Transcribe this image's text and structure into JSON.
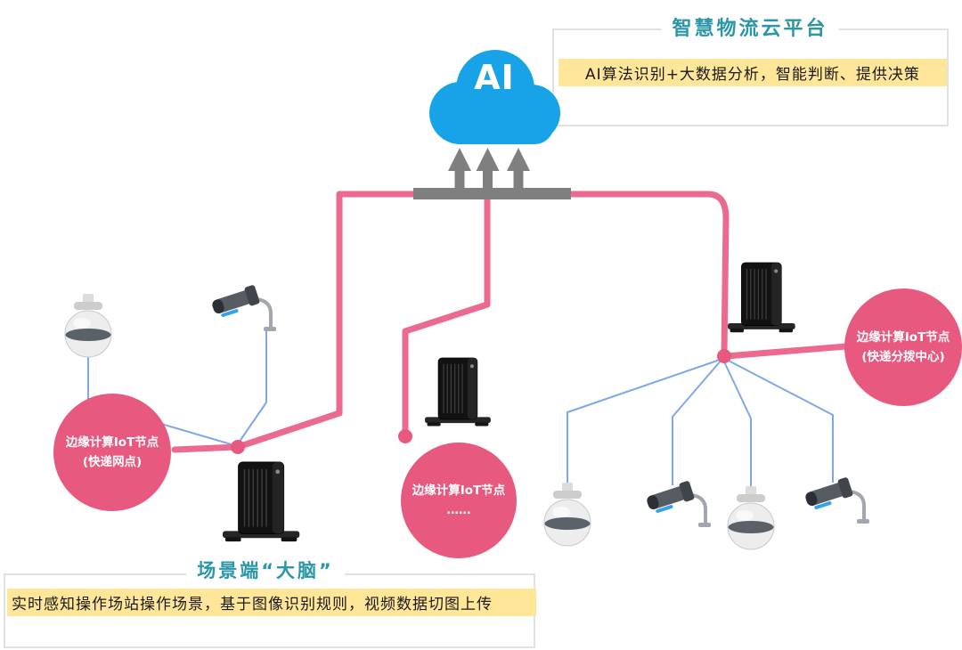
{
  "cloud": {
    "label": "AI"
  },
  "platform": {
    "title": "智慧物流云平台",
    "description": "AI算法识别+大数据分析，智能判断、提供决策"
  },
  "scene": {
    "title": "场景端“大脑”",
    "description": "实时感知操作场站操作场景，基于图像识别规则，视频数据切图上传"
  },
  "nodes": {
    "left": {
      "line1": "边缘计算IoT节点",
      "line2": "(快递网点)"
    },
    "middle": {
      "line1": "边缘计算IoT节点",
      "line2": "……"
    },
    "right": {
      "line1": "边缘计算IoT节点",
      "line2": "(快递分拨中心)"
    }
  },
  "icons": {
    "cloud": "cloud-icon",
    "upload_arrows": "upload-arrows-icon",
    "edge_device": "edge-computing-device-icon",
    "dome_camera": "dome-camera-icon",
    "bullet_camera": "bullet-camera-icon"
  },
  "colors": {
    "cloud_blue": "#18a2e8",
    "node_pink": "#e7597f",
    "link_pink": "#ec6a90",
    "link_blue": "#7fa8e8",
    "arrow_gray": "#7f7f7f",
    "title_teal": "#2b96a8",
    "highlight_yellow": "#ffe699"
  }
}
